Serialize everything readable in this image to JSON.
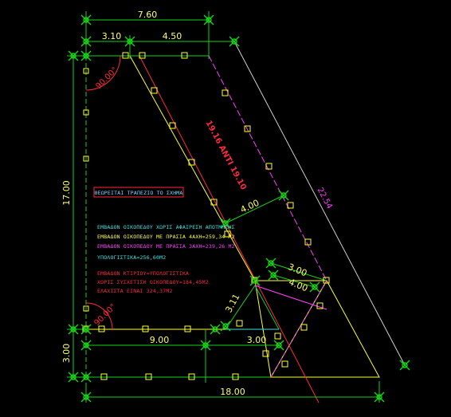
{
  "dimensions": {
    "top_total": "7.60",
    "top_left": "3.10",
    "top_right": "4.50",
    "left_vertical": "17.00",
    "bottom_left_vertical": "3.00",
    "inner_bottom": "9.00",
    "inner_right": "3.00",
    "bottom_total": "18.00",
    "diag_inner": "3.00",
    "diag_inner2": "4.00",
    "perp_small": "3.11",
    "perp_mid": "4.00",
    "outer_diag": "22.54",
    "slant_label": "19.16 ΑΝΤΙ 19.10"
  },
  "angles": {
    "top": "90.00°",
    "bottom": "90.00°"
  },
  "title_box": "ΘΕΩΡΕΙΤΑΙ ΤΡΑΠΕΖΙΟ ΤΟ ΣΧΗΜΑ",
  "notes": {
    "line1": "ΕΜΒΑΔΟΝ ΟΙΚΟΠΕΔΟΥ ΧΩΡΙΣ ΑΦΑΙΡΕΣΗ ΑΠΟΤΜΗΣΗΣ",
    "line2": "ΕΜΒΑΔΟΝ ΟΙΚΟΠΕΔΟΥ ΜΕ ΠΡΑΣΙΑ 4ΑΧΗ=259,34 Μ2",
    "line3": "ΕΜΒΑΔΟΝ ΟΙΚΟΠΕΔΟΥ ΜΕ ΠΡΑΣΙΑ 3ΑΧΗ=239,26 Μ2",
    "line4": "ΥΠΟΛΟΓΙΣΤΙΚΑ=256,60Μ2",
    "line5": "ΕΜΒΑΔΟΝ ΚΤΙΡΙΟΥ=ΥΠΟΛΟΓΙΣΤΙΚΑ",
    "line6": "ΧΩΡΙΣ ΣΥΣΧΕΤΙΣΗ ΟΙΚΟΠΕΔΟΥ=184,45Μ2",
    "line7": "ΕΛΑΧΙΣΤΑ ΕΙΝΑΙ 324,37Μ2"
  }
}
